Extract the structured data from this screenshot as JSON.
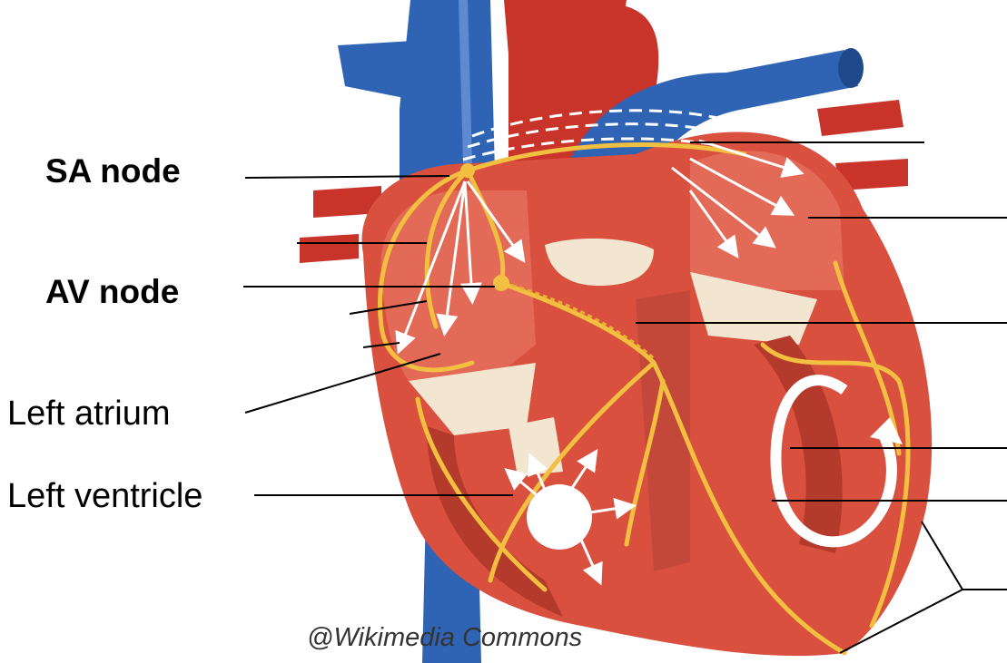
{
  "labels": {
    "sa_node": "SA node",
    "av_node": "AV node",
    "left_atrium": "Left atrium",
    "left_ventricle": "Left ventricle"
  },
  "credit": "@Wikimedia Commons",
  "colors": {
    "muscle": "#d9503f",
    "muscle_dark": "#b43a2c",
    "vena": "#2f64b4",
    "aorta": "#c8332a",
    "conduction": "#f2c040",
    "valve": "#f3e6d0",
    "arrow": "#ffffff",
    "leader_line": "#000000"
  },
  "icons": [
    "impulse-arrow-icon",
    "circular-reentry-arrow-icon",
    "ectopic-focus-icon"
  ]
}
